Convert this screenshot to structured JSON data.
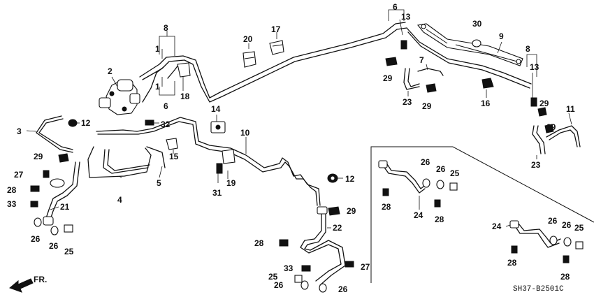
{
  "diagram": {
    "code": "SH37-B2501C",
    "direction_label": "FR.",
    "callouts": {
      "c1a": "1",
      "c1b": "1",
      "c2": "2",
      "c3": "3",
      "c4": "4",
      "c5": "5",
      "c6a": "6",
      "c6b": "6",
      "c7": "7",
      "c8a": "8",
      "c8b": "8",
      "c9": "9",
      "c10": "10",
      "c11": "11",
      "c12a": "12",
      "c12b": "12",
      "c13a": "13",
      "c13b": "13",
      "c14": "14",
      "c15": "15",
      "c16": "16",
      "c17": "17",
      "c18": "18",
      "c19": "19",
      "c20": "20",
      "c21": "21",
      "c22": "22",
      "c23a": "23",
      "c23b": "23",
      "c24a": "24",
      "c24b": "24",
      "c25a": "25",
      "c25b": "25",
      "c25c": "25",
      "c25d": "25",
      "c26a": "26",
      "c26b": "26",
      "c26c": "26",
      "c26d": "26",
      "c26e": "26",
      "c26f": "26",
      "c26g": "26",
      "c26h": "26",
      "c27a": "27",
      "c27b": "27",
      "c28a": "28",
      "c28b": "28",
      "c28c": "28",
      "c28d": "28",
      "c28e": "28",
      "c28f": "28",
      "c29a": "29",
      "c29b": "29",
      "c29c": "29",
      "c29d": "29",
      "c29e": "29",
      "c29f": "29",
      "c30": "30",
      "c31": "31",
      "c32": "32",
      "c33a": "33",
      "c33b": "33"
    }
  }
}
